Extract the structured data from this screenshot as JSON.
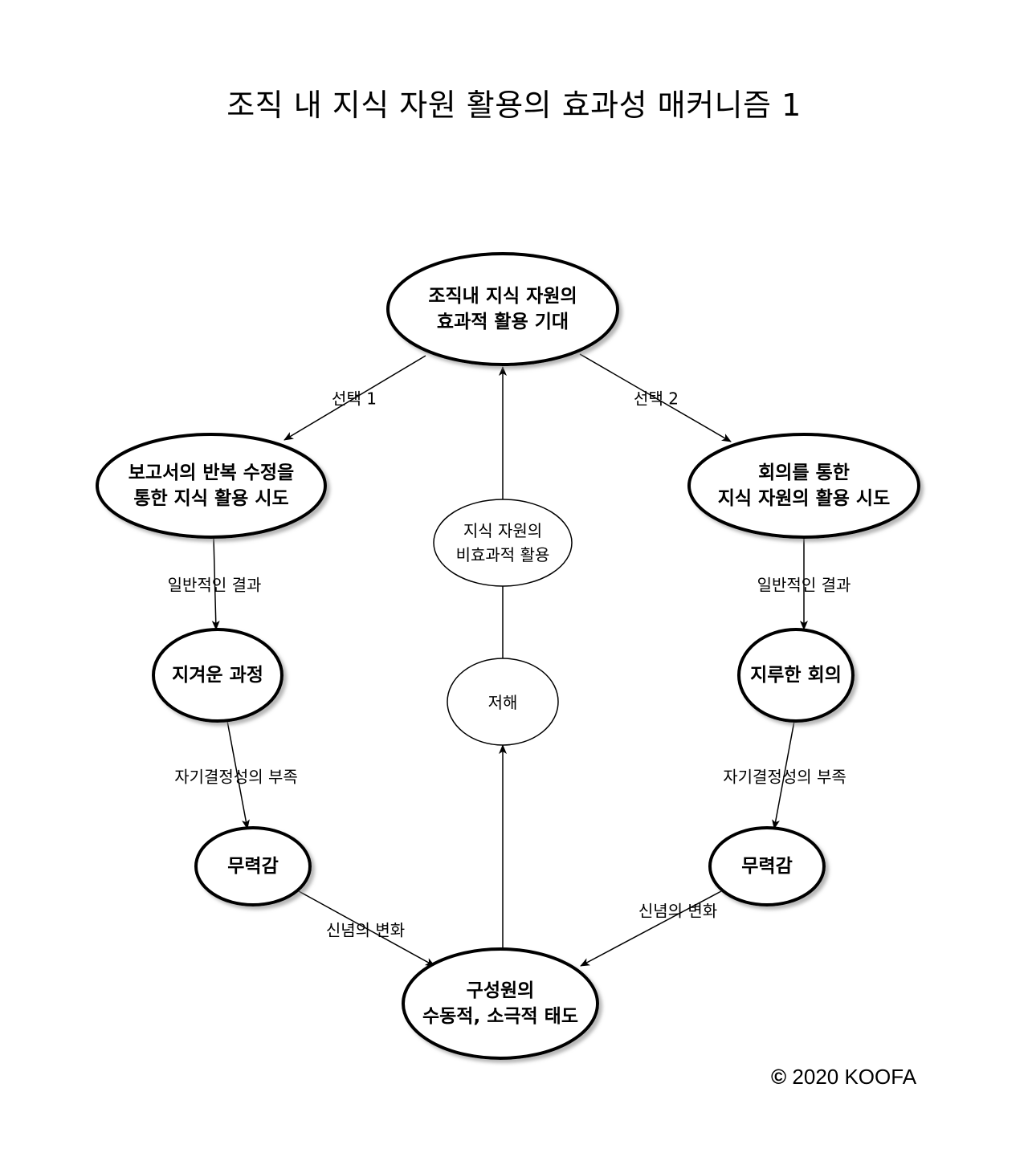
{
  "title": "조직 내 지식 자원 활용의 효과성 매커니즘 1",
  "copyright": {
    "symbol": "©",
    "text": "2020 KOOFA"
  },
  "nodes": {
    "expectation": {
      "line1": "조직내 지식 자원의",
      "line2": "효과적 활용 기대"
    },
    "report": {
      "line1": "보고서의 반복 수정을",
      "line2": "통한 지식 활용 시도"
    },
    "meeting": {
      "line1": "회의를 통한",
      "line2": "지식 자원의 활용 시도"
    },
    "inefficient": {
      "line1": "지식 자원의",
      "line2": "비효과적 활용"
    },
    "tedious_process": {
      "line1": "지겨운 과정"
    },
    "boring_meeting": {
      "line1": "지루한 회의"
    },
    "hindrance": {
      "line1": "저해"
    },
    "helpless_left": {
      "line1": "무력감"
    },
    "helpless_right": {
      "line1": "무력감"
    },
    "passive": {
      "line1": "구성원의",
      "line2": "수동적, 소극적 태도"
    }
  },
  "edge_labels": {
    "choice1": "선택 1",
    "choice2": "선택 2",
    "result_left": "일반적인 결과",
    "result_right": "일반적인 결과",
    "lack_left": "자기결정성의 부족",
    "lack_right": "자기결정성의 부족",
    "belief_left": "신념의 변화",
    "belief_right": "신념의 변화"
  }
}
